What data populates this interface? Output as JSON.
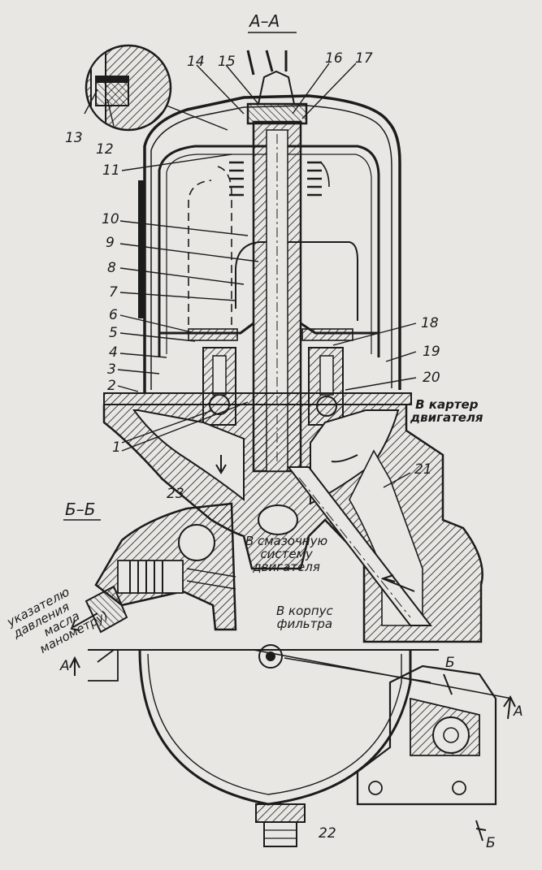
{
  "sections": {
    "section_aa": "А–А",
    "section_bb": "Б–Б",
    "mark_a_left": "А",
    "mark_a_right": "А",
    "mark_b_top": "Б",
    "mark_b_bottom": "Б"
  },
  "part_numbers": [
    "1",
    "2",
    "3",
    "4",
    "5",
    "6",
    "7",
    "8",
    "9",
    "10",
    "11",
    "12",
    "13",
    "14",
    "15",
    "16",
    "17",
    "18",
    "19",
    "20",
    "21",
    "22",
    "23"
  ],
  "captions": {
    "to_crankcase": [
      "В картер",
      "двигателя"
    ],
    "to_lubrication": [
      "В смазочную",
      "систему",
      "двигателя"
    ],
    "to_filter_body": [
      "В корпус",
      "фильтра"
    ],
    "to_pressure_gauge": [
      "указателю",
      "давления",
      "масла",
      "манометру)"
    ]
  },
  "colors": {
    "background": "#e9e7e3",
    "ink": "#1c1c1c"
  }
}
